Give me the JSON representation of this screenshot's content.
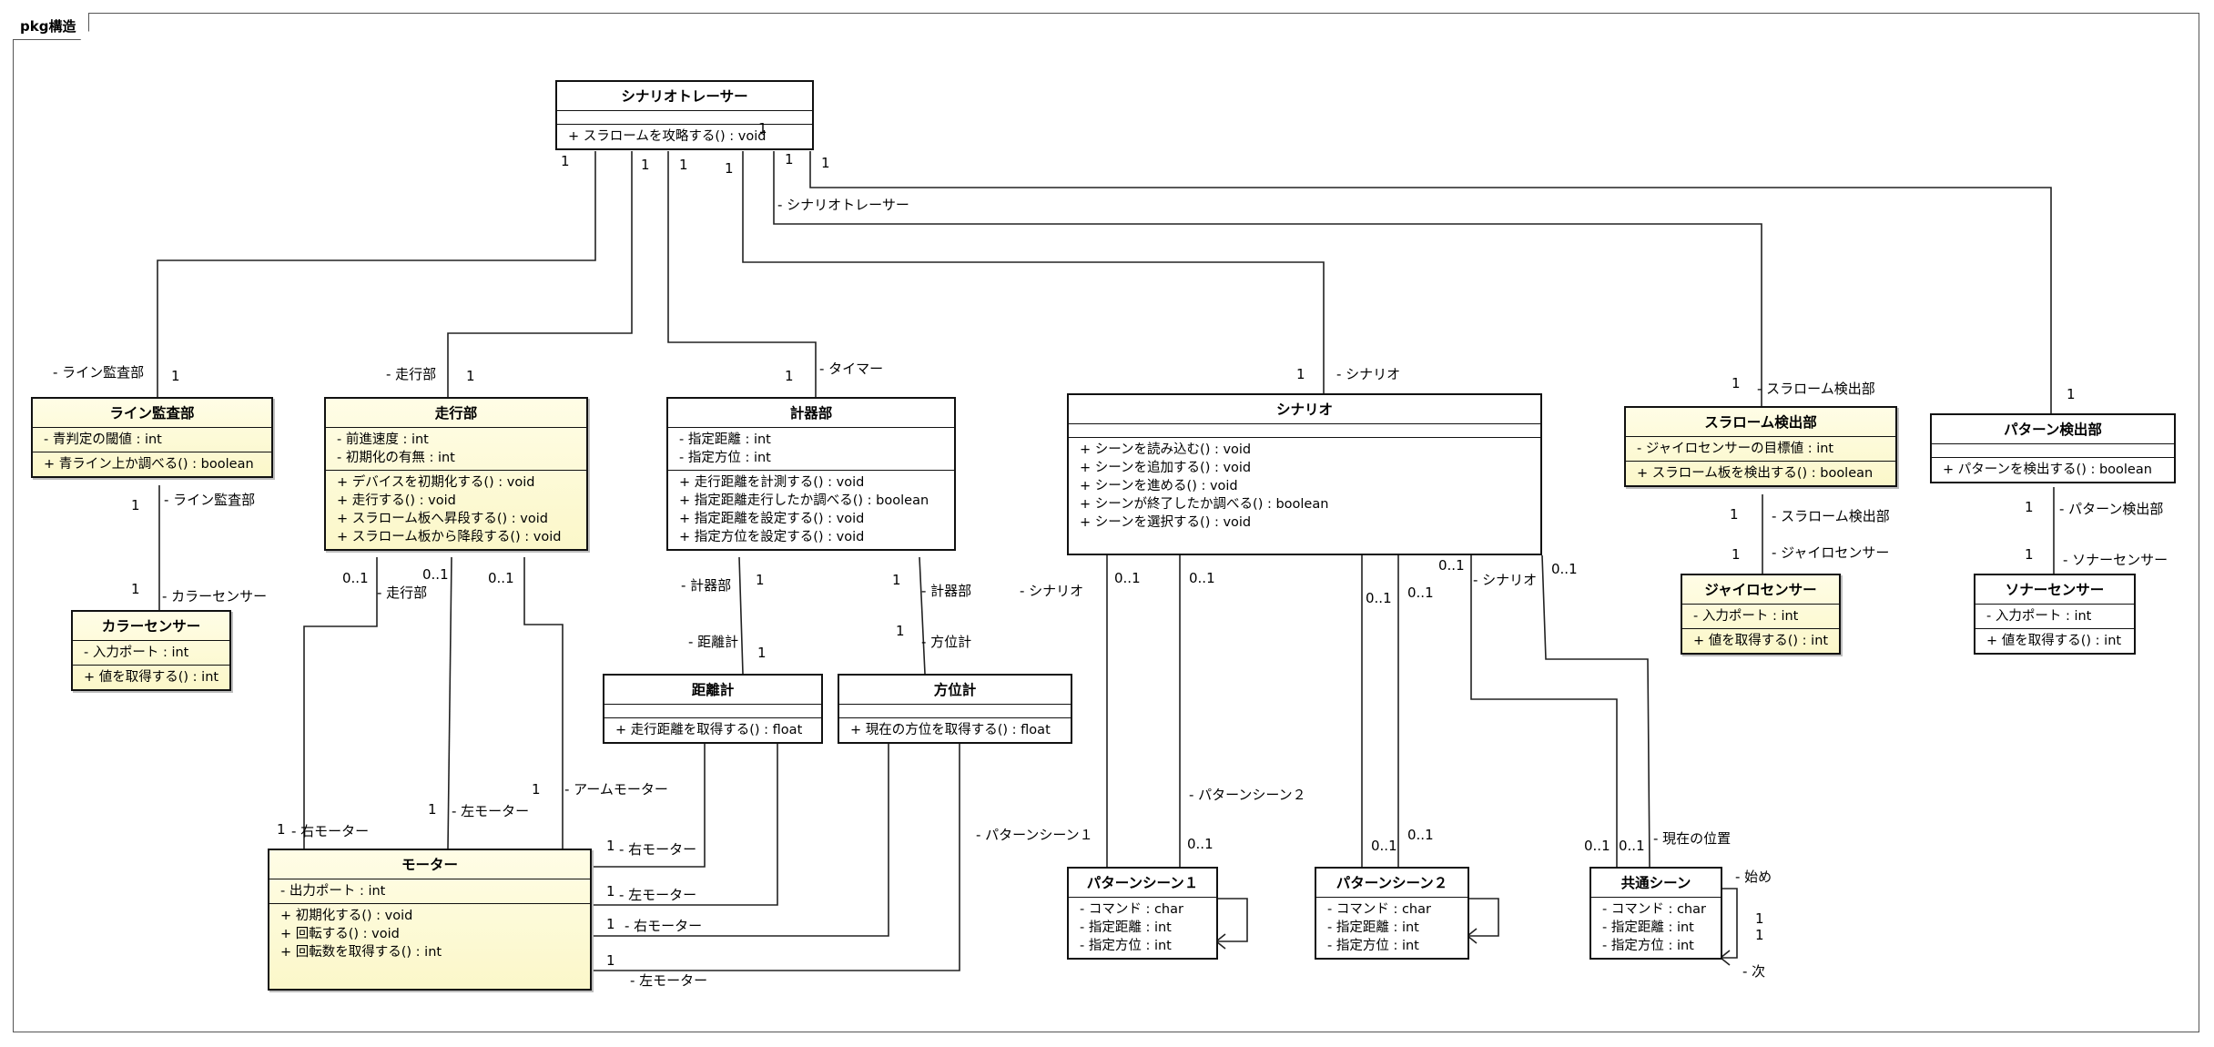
{
  "frame_label": "pkg構造",
  "classes": {
    "tracer": {
      "name": "シナリオトレーサー",
      "attributes": [],
      "operations": [
        "+ スラロームを攻略する() : void"
      ]
    },
    "line_monitor": {
      "name": "ライン監査部",
      "attributes": [
        "- 青判定の閾値 : int"
      ],
      "operations": [
        "+ 青ライン上か調べる() : boolean"
      ]
    },
    "color_sensor": {
      "name": "カラーセンサー",
      "attributes": [
        "- 入力ポート : int"
      ],
      "operations": [
        "+ 値を取得する() : int"
      ]
    },
    "drive": {
      "name": "走行部",
      "attributes": [
        "- 前進速度 : int",
        "- 初期化の有無 : int"
      ],
      "operations": [
        "+ デバイスを初期化する() : void",
        "+ 走行する() : void",
        "+ スラローム板へ昇段する() : void",
        "+ スラローム板から降段する() : void"
      ]
    },
    "meter": {
      "name": "計器部",
      "attributes": [
        "- 指定距離 : int",
        "- 指定方位 : int"
      ],
      "operations": [
        "+ 走行距離を計測する() : void",
        "+ 指定距離走行したか調べる() : boolean",
        "+ 指定距離を設定する() : void",
        "+ 指定方位を設定する() : void"
      ]
    },
    "odometer": {
      "name": "距離計",
      "attributes": [],
      "operations": [
        "+ 走行距離を取得する() : float"
      ]
    },
    "compass": {
      "name": "方位計",
      "attributes": [],
      "operations": [
        "+ 現在の方位を取得する() : float"
      ]
    },
    "motor": {
      "name": "モーター",
      "attributes": [
        "- 出力ポート : int"
      ],
      "operations": [
        "+ 初期化する() : void",
        "+ 回転する() : void",
        "+ 回転数を取得する() : int"
      ]
    },
    "scenario": {
      "name": "シナリオ",
      "attributes": [],
      "operations": [
        "+ シーンを読み込む() : void",
        "+ シーンを追加する() : void",
        "+ シーンを進める() : void",
        "+ シーンが終了したか調べる() : boolean",
        "+ シーンを選択する() : void"
      ]
    },
    "pattern_scene1": {
      "name": "パターンシーン１",
      "attributes": [
        "- コマンド : char",
        "- 指定距離 : int",
        "- 指定方位 : int"
      ],
      "operations": []
    },
    "pattern_scene2": {
      "name": "パターンシーン２",
      "attributes": [
        "- コマンド : char",
        "- 指定距離 : int",
        "- 指定方位 : int"
      ],
      "operations": []
    },
    "common_scene": {
      "name": "共通シーン",
      "attributes": [
        "- コマンド : char",
        "- 指定距離 : int",
        "- 指定方位 : int"
      ],
      "operations": []
    },
    "slalom_detector": {
      "name": "スラローム検出部",
      "attributes": [
        "- ジャイロセンサーの目標値 : int"
      ],
      "operations": [
        "+ スラローム板を検出する() : boolean"
      ]
    },
    "gyro_sensor": {
      "name": "ジャイロセンサー",
      "attributes": [
        "- 入力ポート : int"
      ],
      "operations": [
        "+ 値を取得する() : int"
      ]
    },
    "pattern_detector": {
      "name": "パターン検出部",
      "attributes": [],
      "operations": [
        "+ パターンを検出する() : boolean"
      ]
    },
    "sonar_sensor": {
      "name": "ソナーセンサー",
      "attributes": [
        "- 入力ポート : int"
      ],
      "operations": [
        "+ 値を取得する() : int"
      ]
    }
  },
  "labels": [
    "1",
    "1",
    "1",
    "1",
    "1",
    "1",
    "1",
    "- シナリオトレーサー",
    "- ライン監査部",
    "1",
    "- 走行部",
    "1",
    "1",
    "- タイマー",
    "1",
    "- シナリオ",
    "1",
    "- スラローム検出部",
    "1",
    "1",
    "- ライン監査部",
    "1",
    "- カラーセンサー",
    "0..1",
    "- 走行部",
    "0..1",
    "0..1",
    "- 計器部",
    "1",
    "- 距離計",
    "1",
    "1",
    "- 計器部",
    "1",
    "- 方位計",
    "1",
    "- 右モーター",
    "1",
    "- 左モーター",
    "1",
    "- アームモーター",
    "1",
    "- 右モーター",
    "1",
    "- 左モーター",
    "1",
    "- 右モーター",
    "1",
    "- 左モーター",
    "- シナリオ",
    "0..1",
    "0..1",
    "0..1",
    "0..1",
    "0..1",
    "- シナリオ",
    "0..1",
    "- パターンシーン１",
    "- パターンシーン２",
    "0..1",
    "0..1",
    "0..1",
    "0..1",
    "0..1",
    "- 現在の位置",
    "- 始め",
    "1",
    "1",
    "- 次",
    "1",
    "- スラローム検出部",
    "1",
    "- ジャイロセンサー",
    "1",
    "- パターン検出部",
    "1",
    "- ソナーセンサー"
  ]
}
